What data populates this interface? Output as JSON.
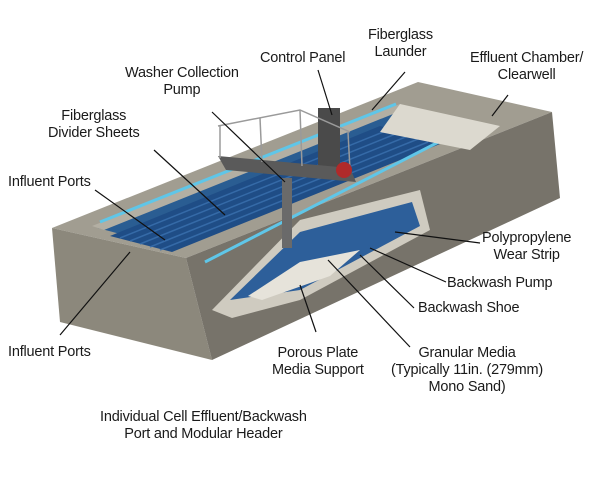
{
  "labels": {
    "control_panel": "Control Panel",
    "fiberglass_launder": [
      "Fiberglass",
      "Launder"
    ],
    "effluent_chamber": [
      "Effluent Chamber/",
      "Clearwell"
    ],
    "washer_collection_pump": [
      "Washer Collection",
      "Pump"
    ],
    "fiberglass_divider_sheets": [
      "Fiberglass",
      "Divider Sheets"
    ],
    "influent_ports_top": "Influent Ports",
    "influent_ports_bottom": "Influent Ports",
    "polypropylene_wear_strip": [
      "Polypropylene",
      "Wear Strip"
    ],
    "backwash_pump": "Backwash Pump",
    "backwash_shoe": "Backwash Shoe",
    "porous_plate_media_support": [
      "Porous Plate",
      "Media Support"
    ],
    "granular_media": [
      "Granular Media",
      "(Typically 11in. (279mm)",
      "Mono Sand)"
    ],
    "individual_cell_port": [
      "Individual Cell Effluent/Backwash",
      "Port and Modular Header"
    ]
  },
  "colors": {
    "concrete": "#8c887c",
    "concrete_light": "#a19d91",
    "concrete_dark": "#6f6b60",
    "water_blue": "#2a5d92",
    "media_blue": "#1f4d86",
    "cyan_accent": "#5fc6e8",
    "metal": "#5a5a5a",
    "leader_line": "#111111"
  }
}
